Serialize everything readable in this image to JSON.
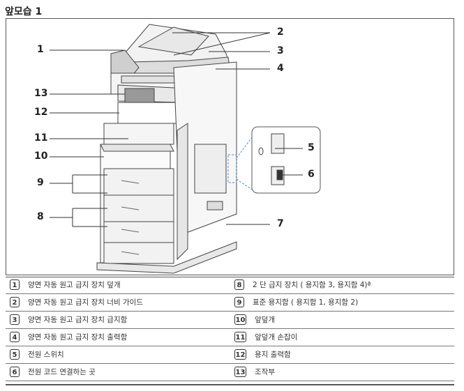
{
  "title": "앞모습 1",
  "callouts": [
    "1",
    "2",
    "3",
    "4",
    "5",
    "6",
    "7",
    "8",
    "9",
    "10",
    "11",
    "12",
    "13"
  ],
  "legend": [
    {
      "num": "1",
      "text": "양면 자동 원고 급지 장치 덮개"
    },
    {
      "num": "8",
      "text": "2 단 급지 장치 ( 용지함 3, 용지함 4)ª"
    },
    {
      "num": "2",
      "text": "양면 자동 원고 급지 장치 너비 가이드"
    },
    {
      "num": "9",
      "text": "표준 용지함 ( 용지함 1, 용지함 2)"
    },
    {
      "num": "3",
      "text": "양면 자동 원고 급지 장치 급지함"
    },
    {
      "num": "10",
      "text": "앞덮개"
    },
    {
      "num": "4",
      "text": "양면 자동 원고 급지 장치 출력함"
    },
    {
      "num": "11",
      "text": "앞덮개 손잡이"
    },
    {
      "num": "5",
      "text": "전원 스위치"
    },
    {
      "num": "12",
      "text": "용지 출력함"
    },
    {
      "num": "6",
      "text": "전원 코드 연결하는 곳"
    },
    {
      "num": "13",
      "text": "조작부"
    }
  ]
}
